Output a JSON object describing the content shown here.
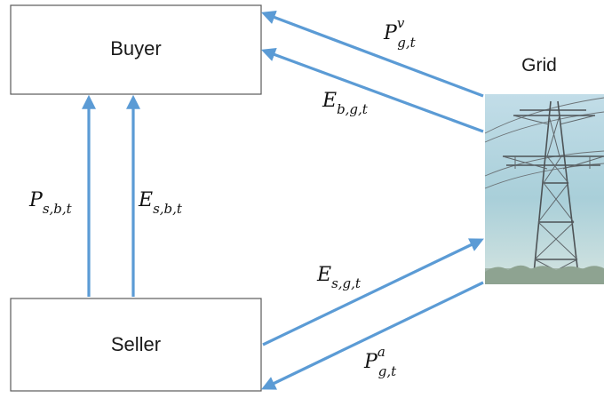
{
  "nodes": {
    "buyer": "Buyer",
    "seller": "Seller",
    "grid": "Grid"
  },
  "flows": {
    "p_gv": {
      "base": "P",
      "sub": "g,t",
      "sup": "v"
    },
    "e_bg": {
      "base": "E",
      "sub": "b,g,t"
    },
    "p_sb": {
      "base": "P",
      "sub": "s,b,t"
    },
    "e_sb": {
      "base": "E",
      "sub": "s,b,t"
    },
    "e_sg": {
      "base": "E",
      "sub": "s,g,t"
    },
    "p_ga": {
      "base": "P",
      "sub": "g,t",
      "sup": "a"
    }
  },
  "colors": {
    "arrow": "#5b9bd5",
    "box_border": "#5a5a5a"
  },
  "icons": {
    "grid_image": "power-transmission-tower"
  }
}
